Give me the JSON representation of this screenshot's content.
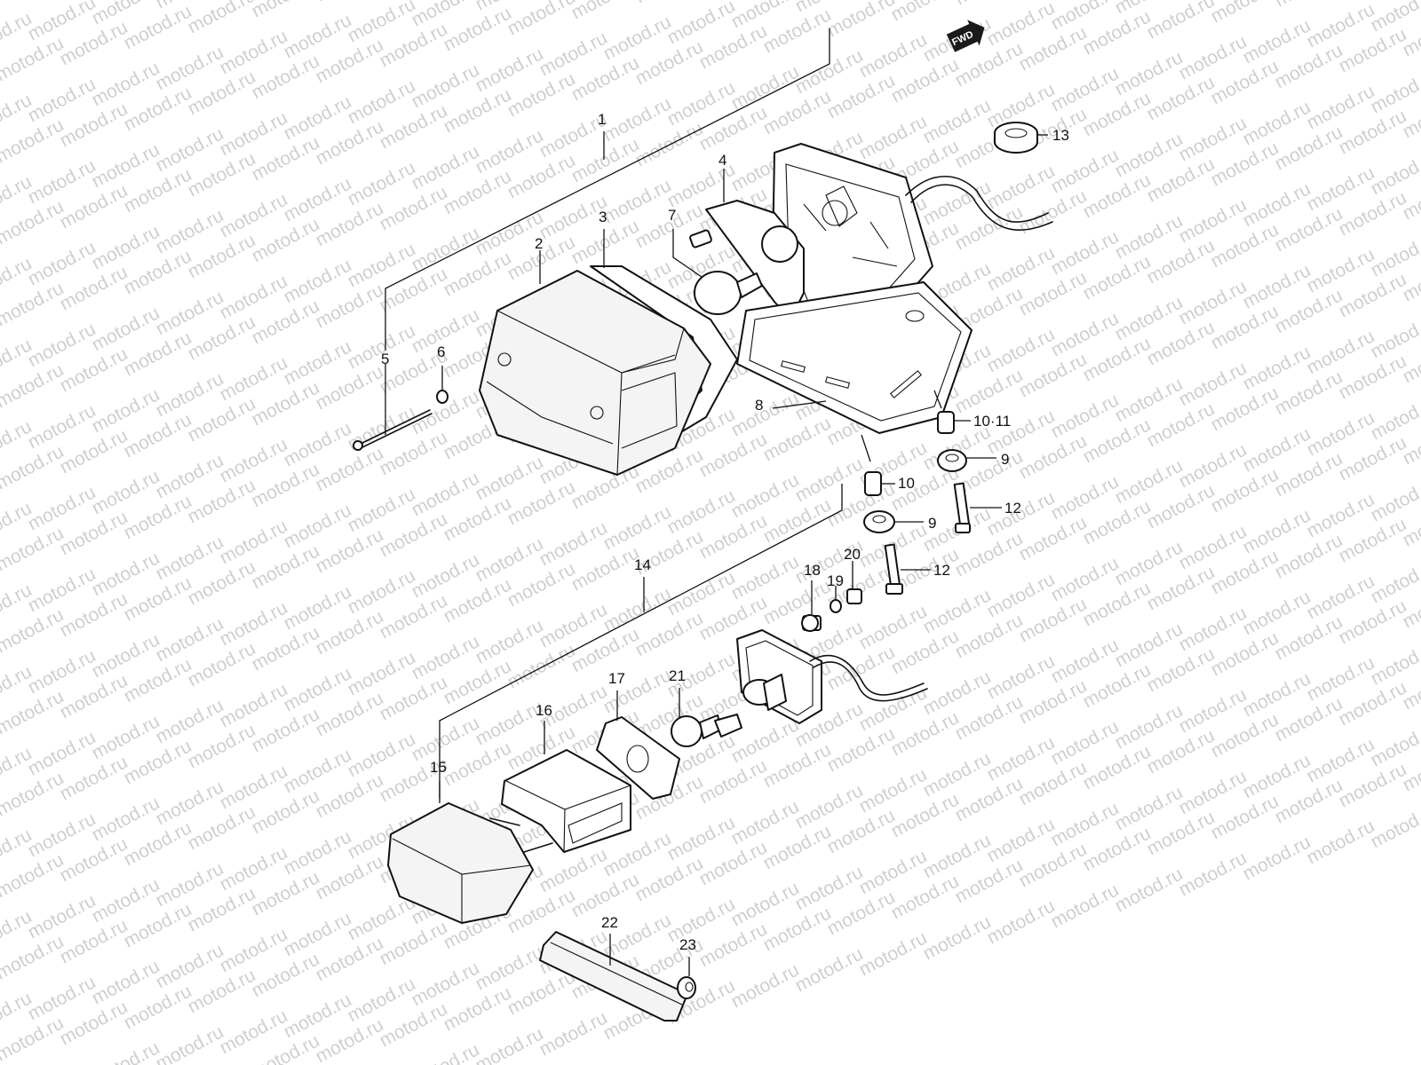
{
  "watermark": {
    "text": "motod.ru",
    "color": "#cfcfcf"
  },
  "direction_badge": {
    "text": "FWD",
    "color": "#1a1a1a"
  },
  "callouts": [
    {
      "id": "c1",
      "text": "1"
    },
    {
      "id": "c2",
      "text": "2"
    },
    {
      "id": "c3",
      "text": "3"
    },
    {
      "id": "c4",
      "text": "4"
    },
    {
      "id": "c5",
      "text": "5"
    },
    {
      "id": "c6",
      "text": "6"
    },
    {
      "id": "c7",
      "text": "7"
    },
    {
      "id": "c8",
      "text": "8"
    },
    {
      "id": "c9a",
      "text": "9"
    },
    {
      "id": "c9b",
      "text": "9"
    },
    {
      "id": "c10",
      "text": "10"
    },
    {
      "id": "c10-11",
      "text": "10·11"
    },
    {
      "id": "c12a",
      "text": "12"
    },
    {
      "id": "c12b",
      "text": "12"
    },
    {
      "id": "c13",
      "text": "13"
    },
    {
      "id": "c14",
      "text": "14"
    },
    {
      "id": "c15",
      "text": "15"
    },
    {
      "id": "c16",
      "text": "16"
    },
    {
      "id": "c17",
      "text": "17"
    },
    {
      "id": "c18",
      "text": "18"
    },
    {
      "id": "c19",
      "text": "19"
    },
    {
      "id": "c20",
      "text": "20"
    },
    {
      "id": "c21",
      "text": "21"
    },
    {
      "id": "c22",
      "text": "22"
    },
    {
      "id": "c23",
      "text": "23"
    }
  ]
}
